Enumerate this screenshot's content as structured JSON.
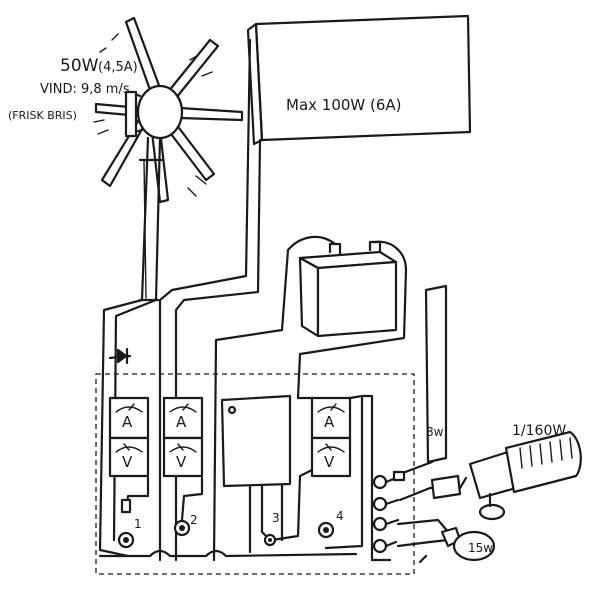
{
  "turbine": {
    "power_label": "50W",
    "current_label": "(4,5A)",
    "wind_label": "VIND: 9,8 m/s",
    "wind_class_label": "(FRISK BRIS)"
  },
  "solar_panel": {
    "label": "Max 100W (6A)"
  },
  "meters": {
    "ammeter_symbol": "A",
    "voltmeter_symbol": "V"
  },
  "outputs": {
    "socket_1": "1",
    "socket_2": "2",
    "socket_3": "3",
    "socket_4": "4"
  },
  "loads": {
    "lamp_label": "8w",
    "heater_label": "1/160W",
    "bulb_label": "15w"
  },
  "colors": {
    "ink": "#1a1a1a",
    "paper": "#ffffff"
  }
}
